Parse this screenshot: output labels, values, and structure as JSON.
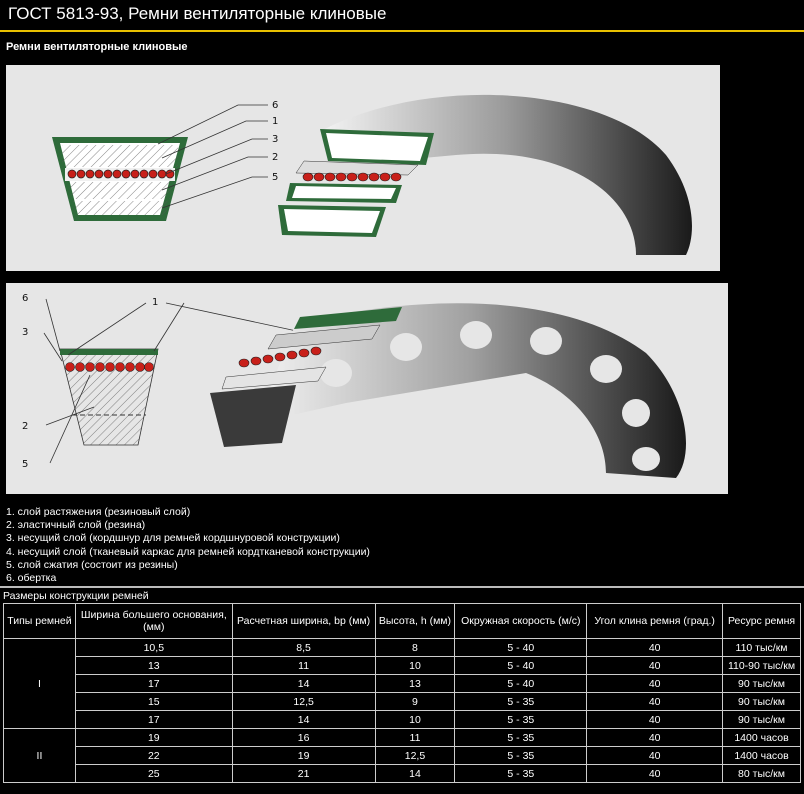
{
  "title": "ГОСТ 5813-93, Ремни вентиляторные клиновые",
  "subtitle": "Ремни вентиляторные клиновые",
  "diagram1": {
    "labels": [
      "6",
      "1",
      "3",
      "2",
      "5"
    ]
  },
  "diagram2": {
    "labels": [
      "6",
      "1",
      "3",
      "2",
      "5"
    ]
  },
  "legend": [
    "1. слой растяжения (резиновый слой)",
    "2. эластичный слой (резина)",
    "3. несущий слой (кордшнур для ремней кордшнуровой конструкции)",
    "4. несущий слой (тканевый каркас для ремней кордтканевой конструкции)",
    "5. слой сжатия (состоит из резины)",
    "6. обертка"
  ],
  "table": {
    "caption": "Размеры конструкции ремней",
    "headers": [
      "Типы ремней",
      "Ширина большего основания, (мм)",
      "Расчетная ширина, bp (мм)",
      "Высота, h (мм)",
      "Окружная скорость (м/с)",
      "Угол клина ремня (град.)",
      "Ресурс ремня"
    ],
    "groups": [
      {
        "type": "I",
        "rows": [
          [
            "10,5",
            "8,5",
            "8",
            "5 - 40",
            "40",
            "110 тыс/км"
          ],
          [
            "13",
            "11",
            "10",
            "5 - 40",
            "40",
            "110-90 тыс/км"
          ],
          [
            "17",
            "14",
            "13",
            "5 - 40",
            "40",
            "90 тыс/км"
          ],
          [
            "15",
            "12,5",
            "9",
            "5 - 35",
            "40",
            "90 тыс/км"
          ],
          [
            "17",
            "14",
            "10",
            "5 - 35",
            "40",
            "90 тыс/км"
          ]
        ]
      },
      {
        "type": "II",
        "rows": [
          [
            "19",
            "16",
            "11",
            "5 - 35",
            "40",
            "1400 часов"
          ],
          [
            "22",
            "19",
            "12,5",
            "5 - 35",
            "40",
            "1400 часов"
          ],
          [
            "25",
            "21",
            "14",
            "5 - 35",
            "40",
            "80 тыс/км"
          ]
        ]
      }
    ]
  },
  "colors": {
    "accent": "#e8c000",
    "wrap_green": "#2e6b3a",
    "cord_red": "#c8201a"
  }
}
